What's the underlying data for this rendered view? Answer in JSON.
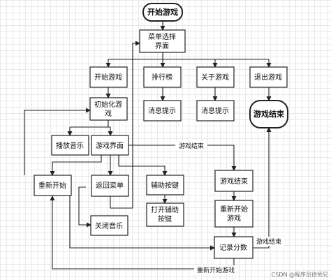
{
  "nodes": {
    "start": "开始游戏",
    "menu_line1": "菜单选择",
    "menu_line2": "界面",
    "start_game": "开始游戏",
    "rank": "排行榜",
    "about": "关于游戏",
    "quit": "退出游戏",
    "msg1": "消息提示",
    "msg2": "消息提示",
    "end_game": "游戏结束",
    "init_line1": "初始化游",
    "init_line2": "戏",
    "music": "播放音乐",
    "game_ui": "游戏界面",
    "restart": "重新开始",
    "back_menu": "返回菜单",
    "aux_key": "辅助按键",
    "aux_open_line1": "打开辅助",
    "aux_open_line2": "按键",
    "close_music": "关闭音乐",
    "game_over": "游戏结束",
    "restart_game_line1": "重新开始",
    "restart_game_line2": "游戏",
    "record": "记录分数"
  },
  "edge_labels": {
    "gameui_to_over": "游戏结束",
    "record_to_end": "游戏结束",
    "record_to_restart": "重新开始游戏"
  },
  "watermark": "CSDN @程序员徐师兄"
}
